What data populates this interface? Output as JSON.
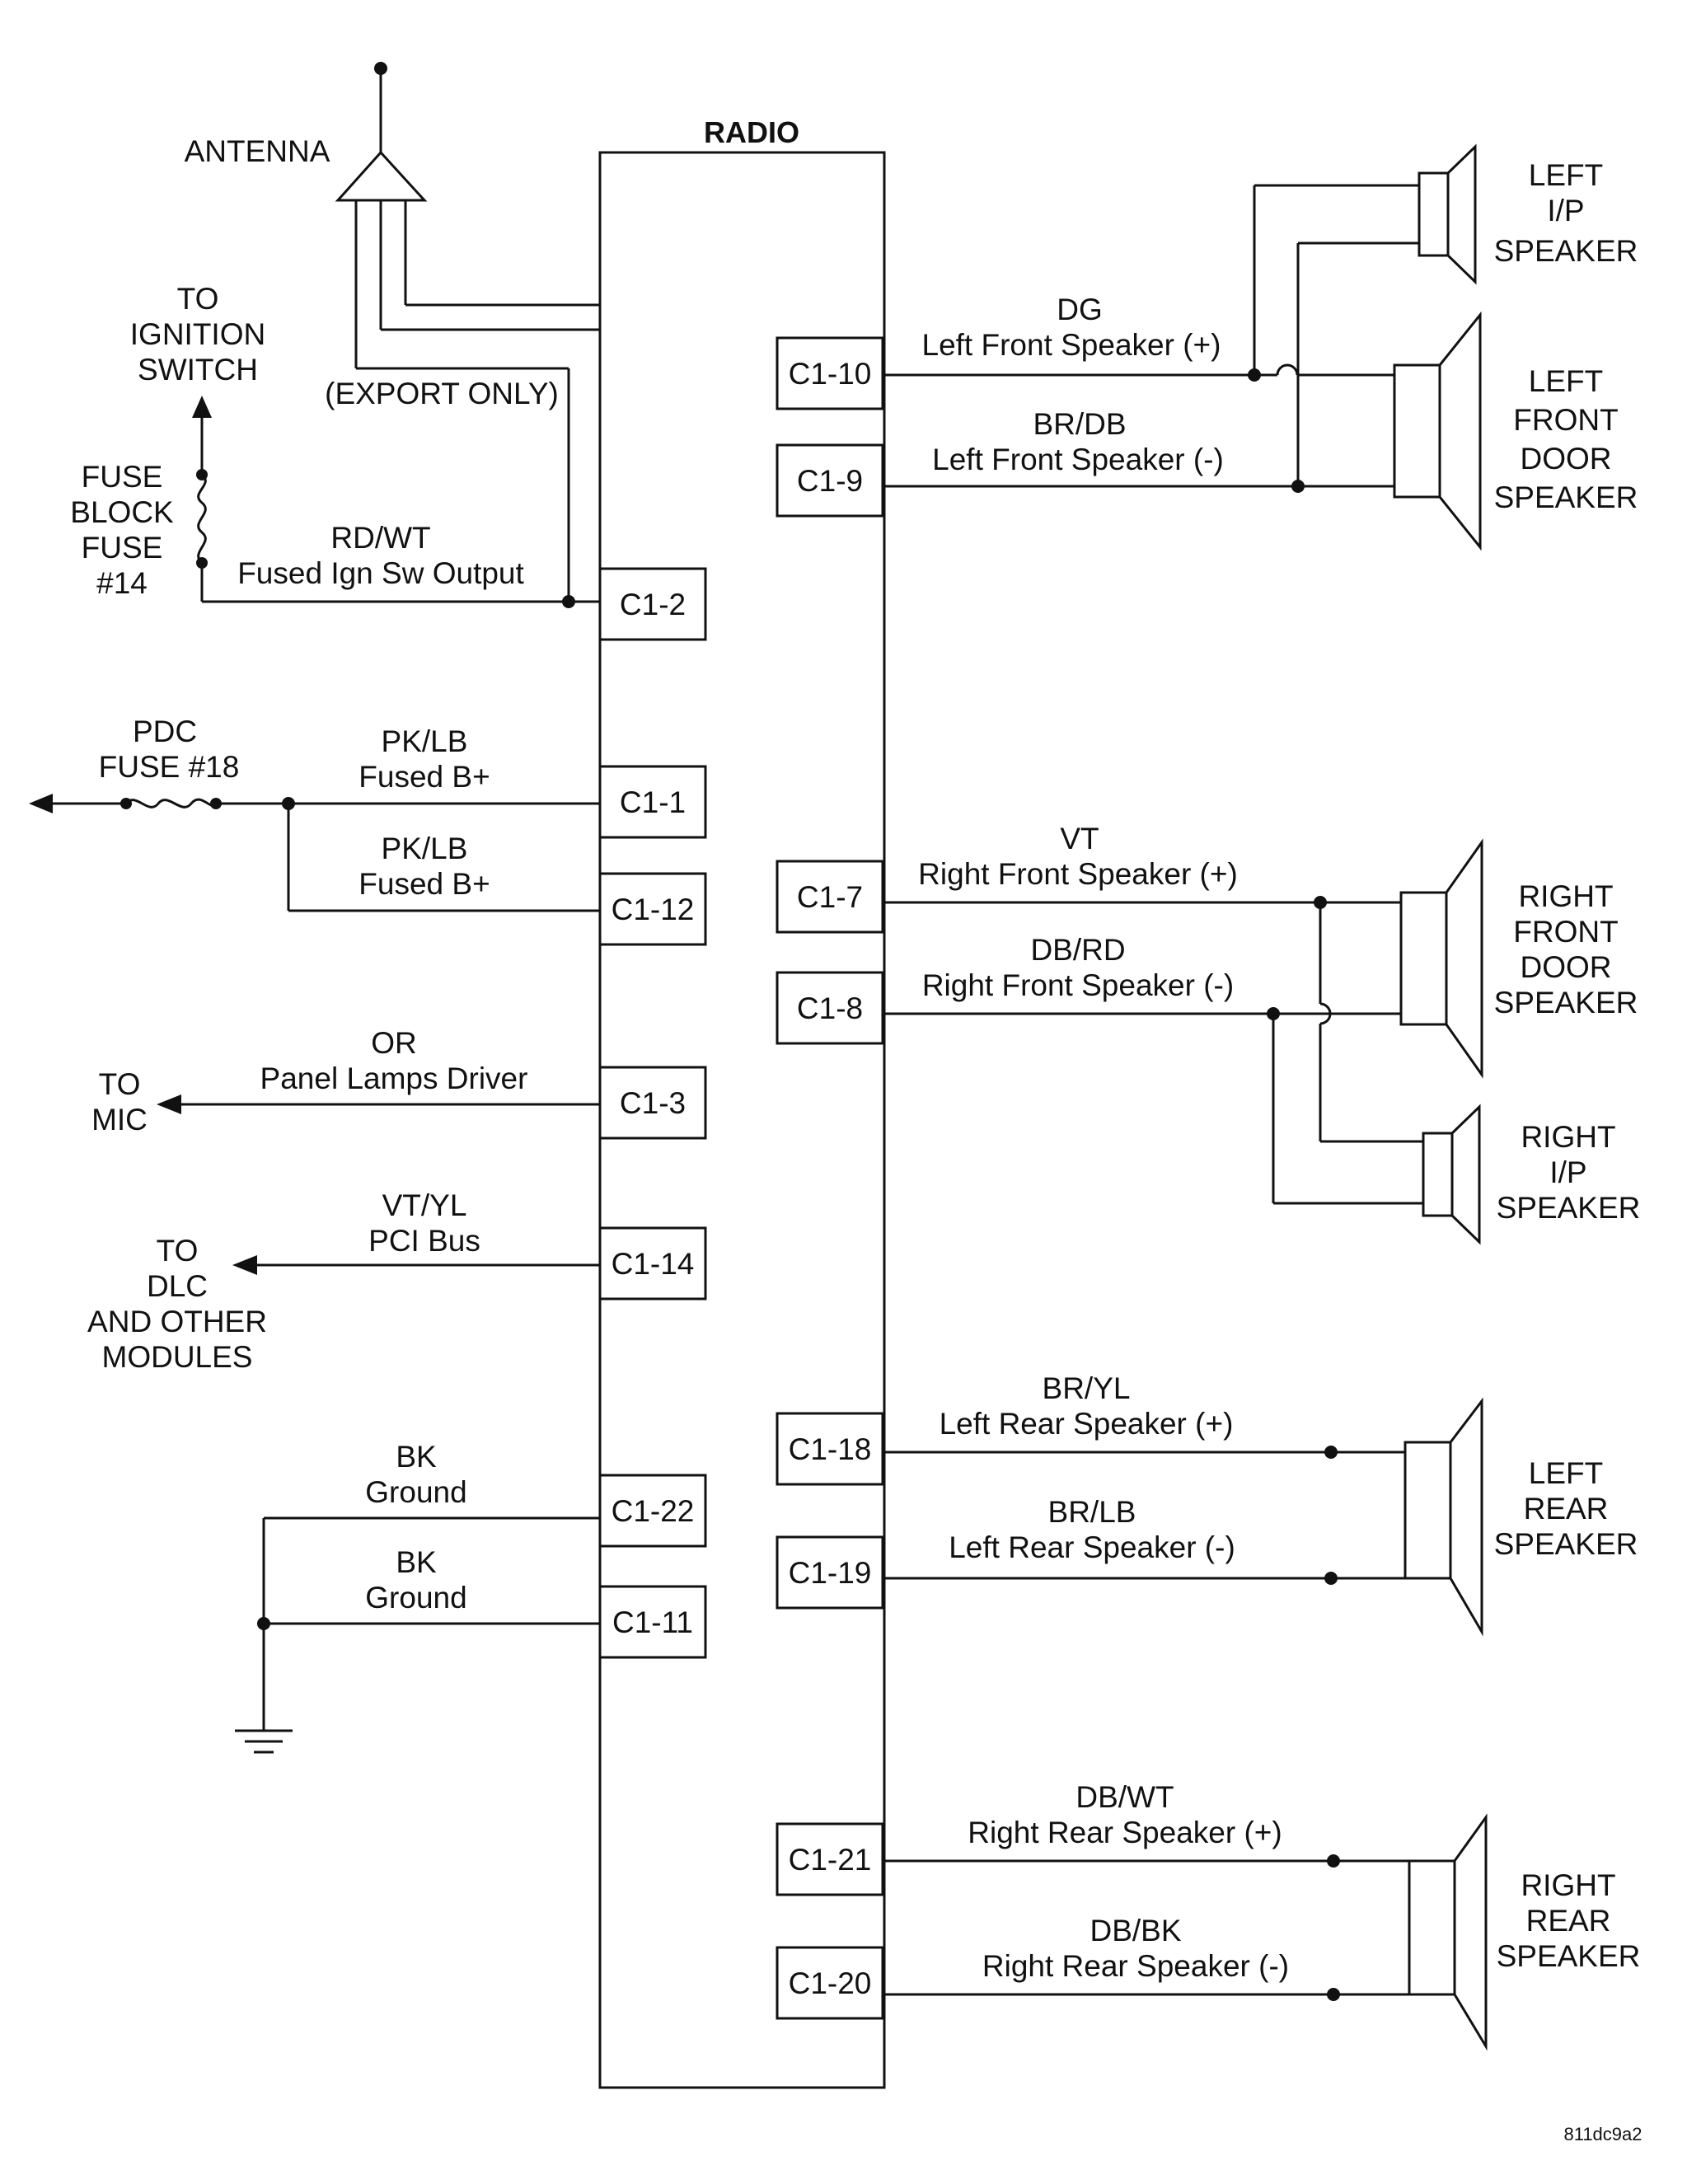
{
  "radio": {
    "title": "RADIO"
  },
  "antenna": {
    "label": "ANTENNA",
    "export": "(EXPORT ONLY)"
  },
  "ignition": {
    "l1": "TO",
    "l2": "IGNITION",
    "l3": "SWITCH"
  },
  "fuse_block": {
    "l1": "FUSE",
    "l2": "BLOCK",
    "l3": "FUSE",
    "l4": "#14"
  },
  "pdc": {
    "l1": "PDC",
    "l2": "FUSE #18"
  },
  "mic": {
    "l1": "TO",
    "l2": "MIC"
  },
  "dlc": {
    "l1": "TO",
    "l2": "DLC",
    "l3": "AND OTHER",
    "l4": "MODULES"
  },
  "left_circuits": [
    {
      "pin": "C1-2",
      "color": "RD/WT",
      "desc": "Fused Ign Sw Output"
    },
    {
      "pin": "C1-1",
      "color": "PK/LB",
      "desc": "Fused B+"
    },
    {
      "pin": "C1-12",
      "color": "PK/LB",
      "desc": "Fused B+"
    },
    {
      "pin": "C1-3",
      "color": "OR",
      "desc": "Panel Lamps Driver"
    },
    {
      "pin": "C1-14",
      "color": "VT/YL",
      "desc": "PCI Bus"
    },
    {
      "pin": "C1-22",
      "color": "BK",
      "desc": "Ground"
    },
    {
      "pin": "C1-11",
      "color": "BK",
      "desc": "Ground"
    }
  ],
  "right_circuits": [
    {
      "pin": "C1-10",
      "color": "DG",
      "desc": "Left Front Speaker (+)"
    },
    {
      "pin": "C1-9",
      "color": "BR/DB",
      "desc": "Left Front Speaker (-)"
    },
    {
      "pin": "C1-7",
      "color": "VT",
      "desc": "Right Front Speaker (+)"
    },
    {
      "pin": "C1-8",
      "color": "DB/RD",
      "desc": "Right Front Speaker (-)"
    },
    {
      "pin": "C1-18",
      "color": "BR/YL",
      "desc": "Left Rear Speaker (+)"
    },
    {
      "pin": "C1-19",
      "color": "BR/LB",
      "desc": "Left Rear Speaker (-)"
    },
    {
      "pin": "C1-21",
      "color": "DB/WT",
      "desc": "Right Rear Speaker (+)"
    },
    {
      "pin": "C1-20",
      "color": "DB/BK",
      "desc": "Right Rear Speaker (-)"
    }
  ],
  "speakers": [
    {
      "l1": "LEFT",
      "l2": "I/P",
      "l3": "SPEAKER"
    },
    {
      "l1": "LEFT",
      "l2": "FRONT",
      "l3": "DOOR",
      "l4": "SPEAKER"
    },
    {
      "l1": "RIGHT",
      "l2": "FRONT",
      "l3": "DOOR",
      "l4": "SPEAKER"
    },
    {
      "l1": "RIGHT",
      "l2": "I/P",
      "l3": "SPEAKER"
    },
    {
      "l1": "LEFT",
      "l2": "REAR",
      "l3": "SPEAKER"
    },
    {
      "l1": "RIGHT",
      "l2": "REAR",
      "l3": "SPEAKER"
    }
  ],
  "figure_id": "811dc9a2"
}
